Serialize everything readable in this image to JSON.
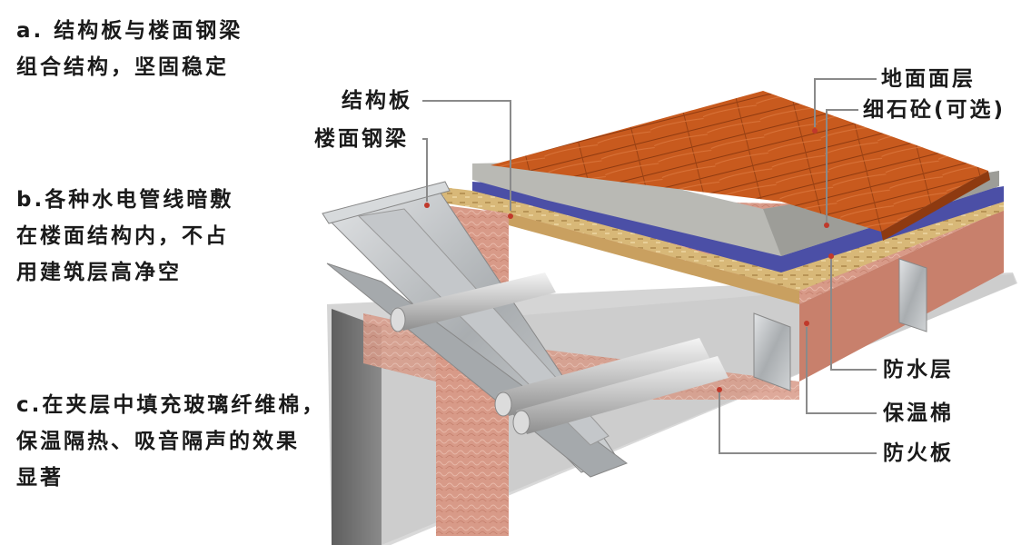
{
  "notes": {
    "a": [
      "a. 结构板与楼面钢梁",
      "组合结构，坚固稳定"
    ],
    "b": [
      "b.各种水电管线暗敷",
      "在楼面结构内，不占",
      "用建筑层高净空"
    ],
    "c": [
      "c.在夹层中填充玻璃纤维棉，",
      "保温隔热、吸音隔声的效果",
      "显著"
    ]
  },
  "labels": {
    "structural_board": "结构板",
    "steel_beam": "楼面钢梁",
    "floor_surface": "地面面层",
    "fine_concrete": "细石砼(可选)",
    "waterproof_layer": "防水层",
    "insulation_wool": "保温棉",
    "fireproof_board": "防火板"
  },
  "colors": {
    "wood": "#c85a1e",
    "concrete": "#b9b9b4",
    "waterproof": "#4b4fa6",
    "osb": "#d8b878",
    "insulation": "#d89a88",
    "steel": "#b8bcbf",
    "fireboard": "#6e6e6e",
    "leader_line": "#8a8a8a"
  }
}
